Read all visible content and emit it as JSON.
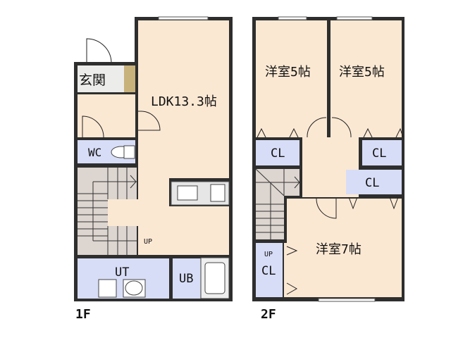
{
  "colors": {
    "wall": "#2e2e2e",
    "room": "#fbe8d3",
    "wet": "#d8ddf7",
    "stairs": "#ddd5cf",
    "genkan": "#ececea",
    "shoebox": "#c8b27c"
  },
  "floor1": {
    "label": "1F",
    "rooms": {
      "ldk": "LDK13.3帖",
      "genkan": "玄関",
      "wc": "WC",
      "ut": "UT",
      "ub": "UB",
      "up": "UP"
    }
  },
  "floor2": {
    "label": "2F",
    "rooms": {
      "west_a": "洋室5帖",
      "west_b": "洋室5帖",
      "west_c": "洋室7帖",
      "cl1": "CL",
      "cl2": "CL",
      "cl3": "CL",
      "cl4": "CL",
      "up": "UP"
    }
  }
}
